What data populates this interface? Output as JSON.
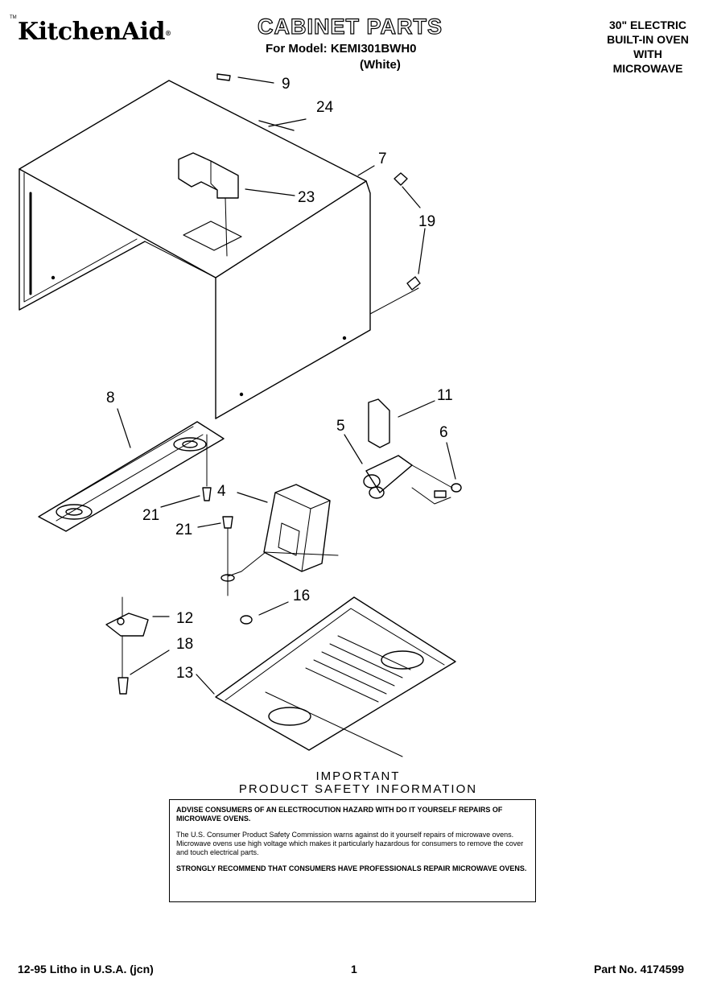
{
  "header": {
    "brand": "KitchenAid",
    "brand_mark": "®",
    "title": "CABINET PARTS",
    "model_line": "For Model: KEMI301BWH0",
    "variant": "(White)",
    "product_lines": [
      "30\" ELECTRIC",
      "BUILT-IN OVEN",
      "WITH",
      "MICROWAVE"
    ]
  },
  "callouts": [
    "9",
    "24",
    "7",
    "23",
    "19",
    "8",
    "11",
    "5",
    "6",
    "4",
    "21",
    "21",
    "16",
    "12",
    "18",
    "13"
  ],
  "safety": {
    "heading_line1": "IMPORTANT",
    "heading_line2": "PRODUCT   SAFETY   INFORMATION",
    "para1": "ADVISE CONSUMERS OF AN ELECTROCUTION HAZARD WITH DO   IT   YOURSELF REPAIRS OF MICROWAVE OVENS.",
    "para2": "The U.S. Consumer Product Safety Commission warns against do   it   yourself repairs of microwave ovens. Microwave ovens use high voltage which makes it particularly hazardous for consumers to remove the cover and touch electrical parts.",
    "para3": "STRONGLY RECOMMEND THAT CONSUMERS HAVE PROFESSIONALS REPAIR MICROWAVE OVENS."
  },
  "footer": {
    "left": "12-95 Litho in U.S.A. (jcn)",
    "page": "1",
    "part_number": "Part No. 4174599"
  }
}
